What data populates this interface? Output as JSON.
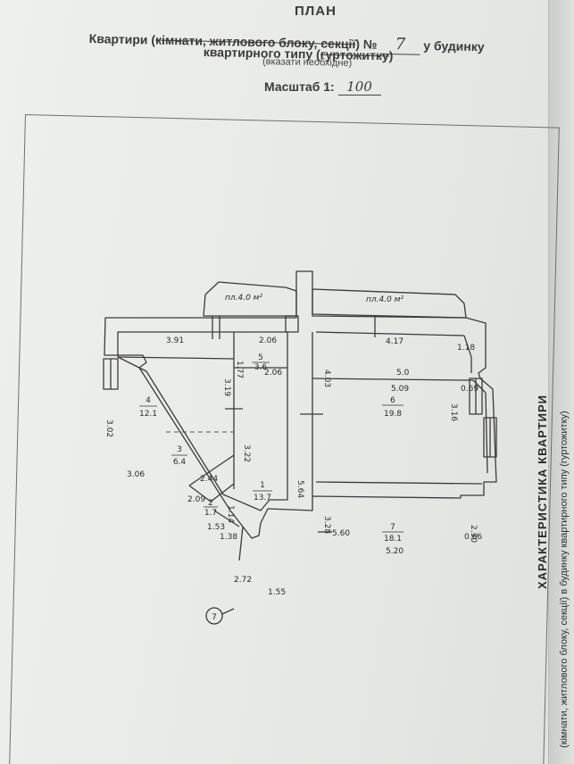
{
  "header": {
    "title": "ПЛАН",
    "line1_prefix": "Квартири (",
    "line1_strike": "кімнати, житлового блоку, секції",
    "line1_suffix": ") №",
    "apartment_number": "7",
    "line1_end": "у будинку",
    "line2_prefix": "квартирного типу (",
    "line2_strike": "гуртожитку",
    "line2_suffix": ")",
    "hint": "(вказати необхідне)",
    "scale_label": "Масштаб 1:",
    "scale_value": "100"
  },
  "side": {
    "heading": "ХАРАКТЕРИСТИКА КВАРТИРИ",
    "subheading": "(кімнати, житлового блоку, секції) в будинку квартирного типу (гуртожитку)"
  },
  "balconies": {
    "left": "пл.4.0 м²",
    "right": "пл.4.0 м²"
  },
  "rooms": [
    {
      "id": "4",
      "area": "12.1"
    },
    {
      "id": "3",
      "area": "6.4"
    },
    {
      "id": "5",
      "area": "3.6"
    },
    {
      "id": "1",
      "area": "13.7"
    },
    {
      "id": "2",
      "area": "1.7"
    },
    {
      "id": "6",
      "area": "19.8"
    },
    {
      "id": "7",
      "area": "18.1"
    }
  ],
  "dimensions": {
    "d391": "3.91",
    "d302": "3.02",
    "d306": "3.06",
    "d319": "3.19",
    "d206a": "2.06",
    "d177": "1.77",
    "d206b": "2.06",
    "d322": "3.22",
    "d244": "2.44",
    "d209": "2.09",
    "d153": "1.53",
    "d114": "1.14",
    "d138": "1.38",
    "d564": "5.64",
    "d403": "4.03",
    "d417": "4.17",
    "d118": "1.18",
    "d316": "3.16",
    "d50": "5.0",
    "d509": "5.09",
    "d069": "0.69",
    "d560": "5.60",
    "d328": "3.28",
    "d230": "2.30",
    "d066": "0.66",
    "d520": "5.20",
    "d272": "2.72",
    "d155": "1.55"
  },
  "entrance_marker": "7"
}
